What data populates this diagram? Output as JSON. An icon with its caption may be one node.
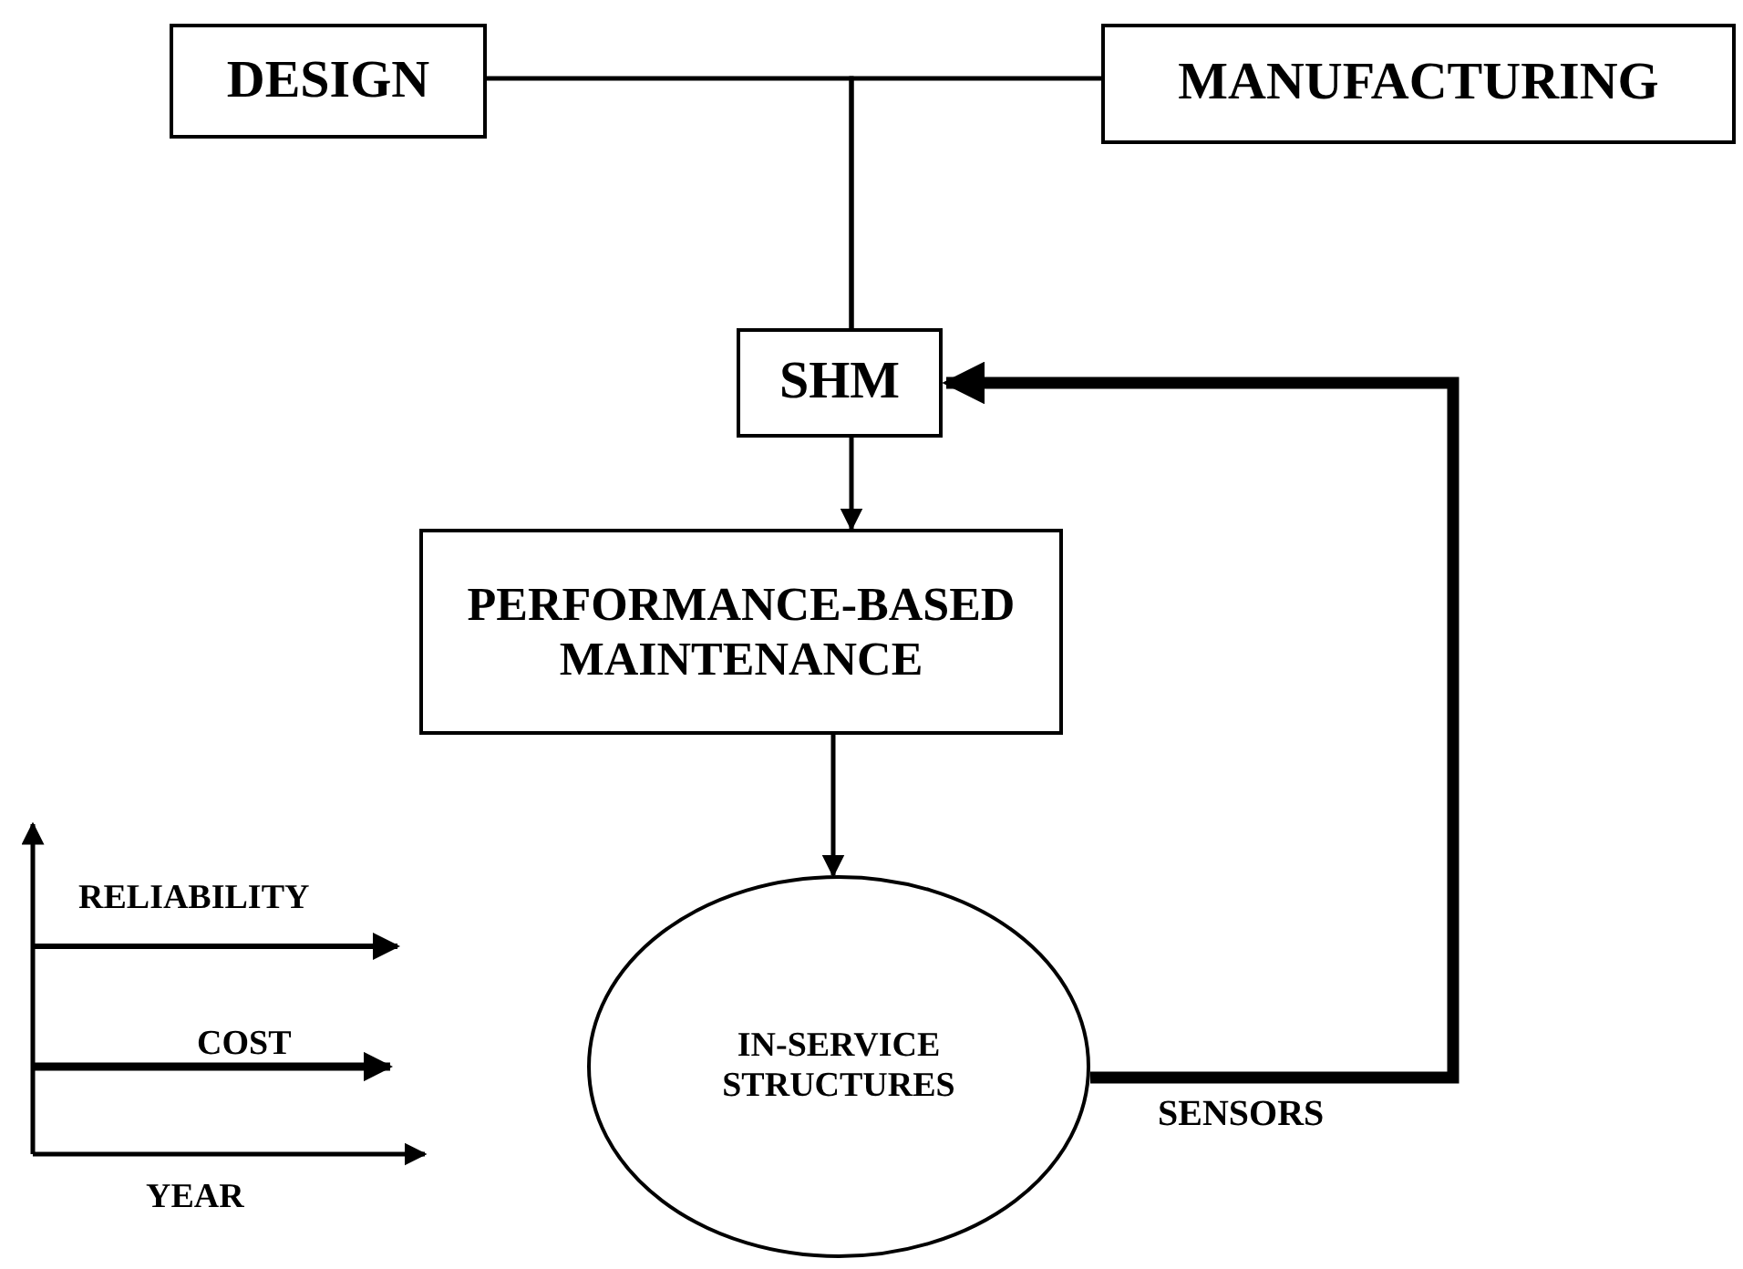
{
  "diagram": {
    "nodes": [
      {
        "text": [
          "DESIGN"
        ]
      },
      {
        "text": [
          "MANUFACTURING"
        ]
      },
      {
        "text": [
          "SHM"
        ]
      },
      {
        "text": [
          "PERFORMANCE-BASED MAINTENANCE"
        ]
      },
      {
        "text": [
          "IN-SERVICE STRUCTURES"
        ]
      }
    ],
    "edges": [
      {
        "from": 0,
        "to": 2,
        "arrow": "none"
      },
      {
        "from": 1,
        "to": 2,
        "arrow": "none"
      },
      {
        "from": 2,
        "to": 3,
        "arrow": "to"
      },
      {
        "from": 3,
        "to": 4,
        "arrow": "to"
      },
      {
        "from": 4,
        "to": 2,
        "arrow": "to",
        "label": "SENSORS",
        "style": "thick"
      }
    ],
    "labels": [
      "RELIABILITY",
      "COST",
      "YEAR"
    ]
  }
}
